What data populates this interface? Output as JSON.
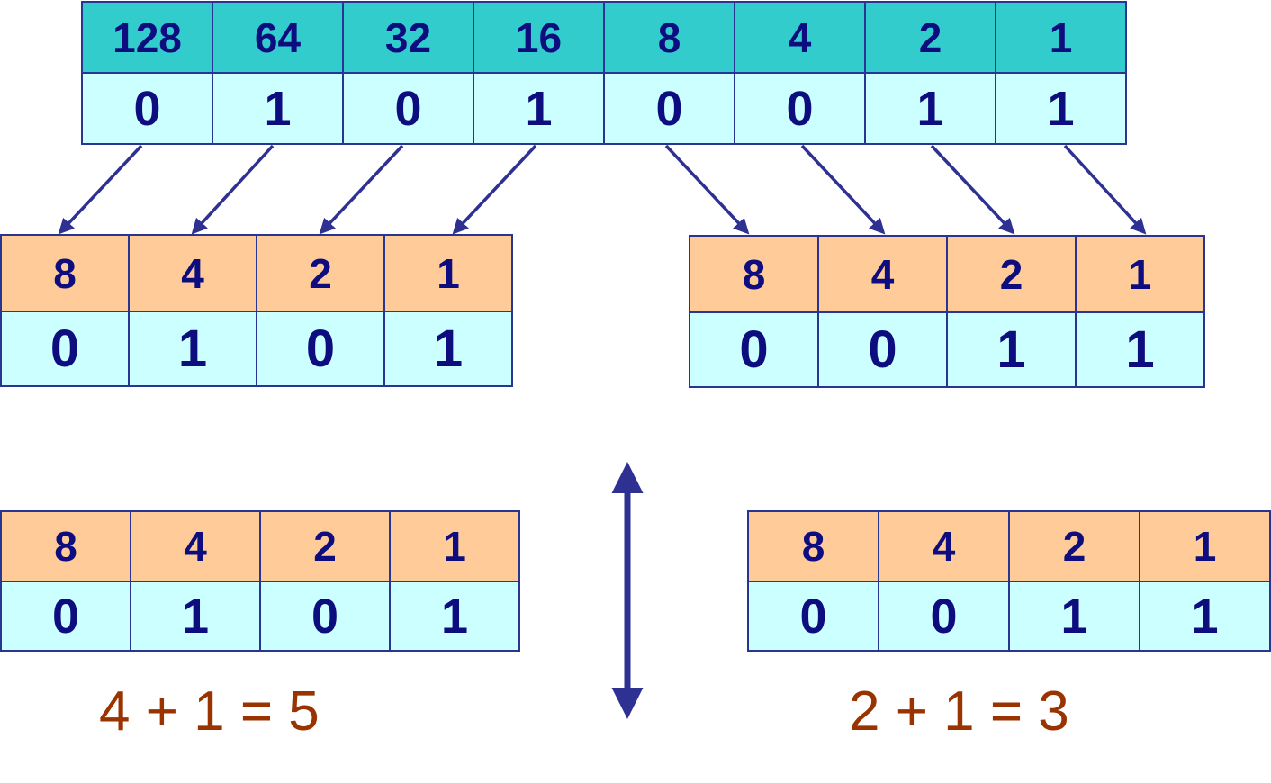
{
  "byte": {
    "weights": [
      "128",
      "64",
      "32",
      "16",
      "8",
      "4",
      "2",
      "1"
    ],
    "bits": [
      "0",
      "1",
      "0",
      "1",
      "0",
      "0",
      "1",
      "1"
    ]
  },
  "nibble_high_top": {
    "weights": [
      "8",
      "4",
      "2",
      "1"
    ],
    "bits": [
      "0",
      "1",
      "0",
      "1"
    ]
  },
  "nibble_low_top": {
    "weights": [
      "8",
      "4",
      "2",
      "1"
    ],
    "bits": [
      "0",
      "0",
      "1",
      "1"
    ]
  },
  "nibble_high_bottom": {
    "weights": [
      "8",
      "4",
      "2",
      "1"
    ],
    "bits": [
      "0",
      "1",
      "0",
      "1"
    ]
  },
  "nibble_low_bottom": {
    "weights": [
      "8",
      "4",
      "2",
      "1"
    ],
    "bits": [
      "0",
      "0",
      "1",
      "1"
    ]
  },
  "sums": {
    "high": "4 + 1 = 5",
    "low": "2 + 1 = 3"
  },
  "colors": {
    "header_teal": "#33cccc",
    "header_peach": "#ffcc99",
    "value_cyan": "#ccffff",
    "text_navy": "#0d0d80",
    "sum_brown": "#993300",
    "arrow": "#2e3192"
  }
}
